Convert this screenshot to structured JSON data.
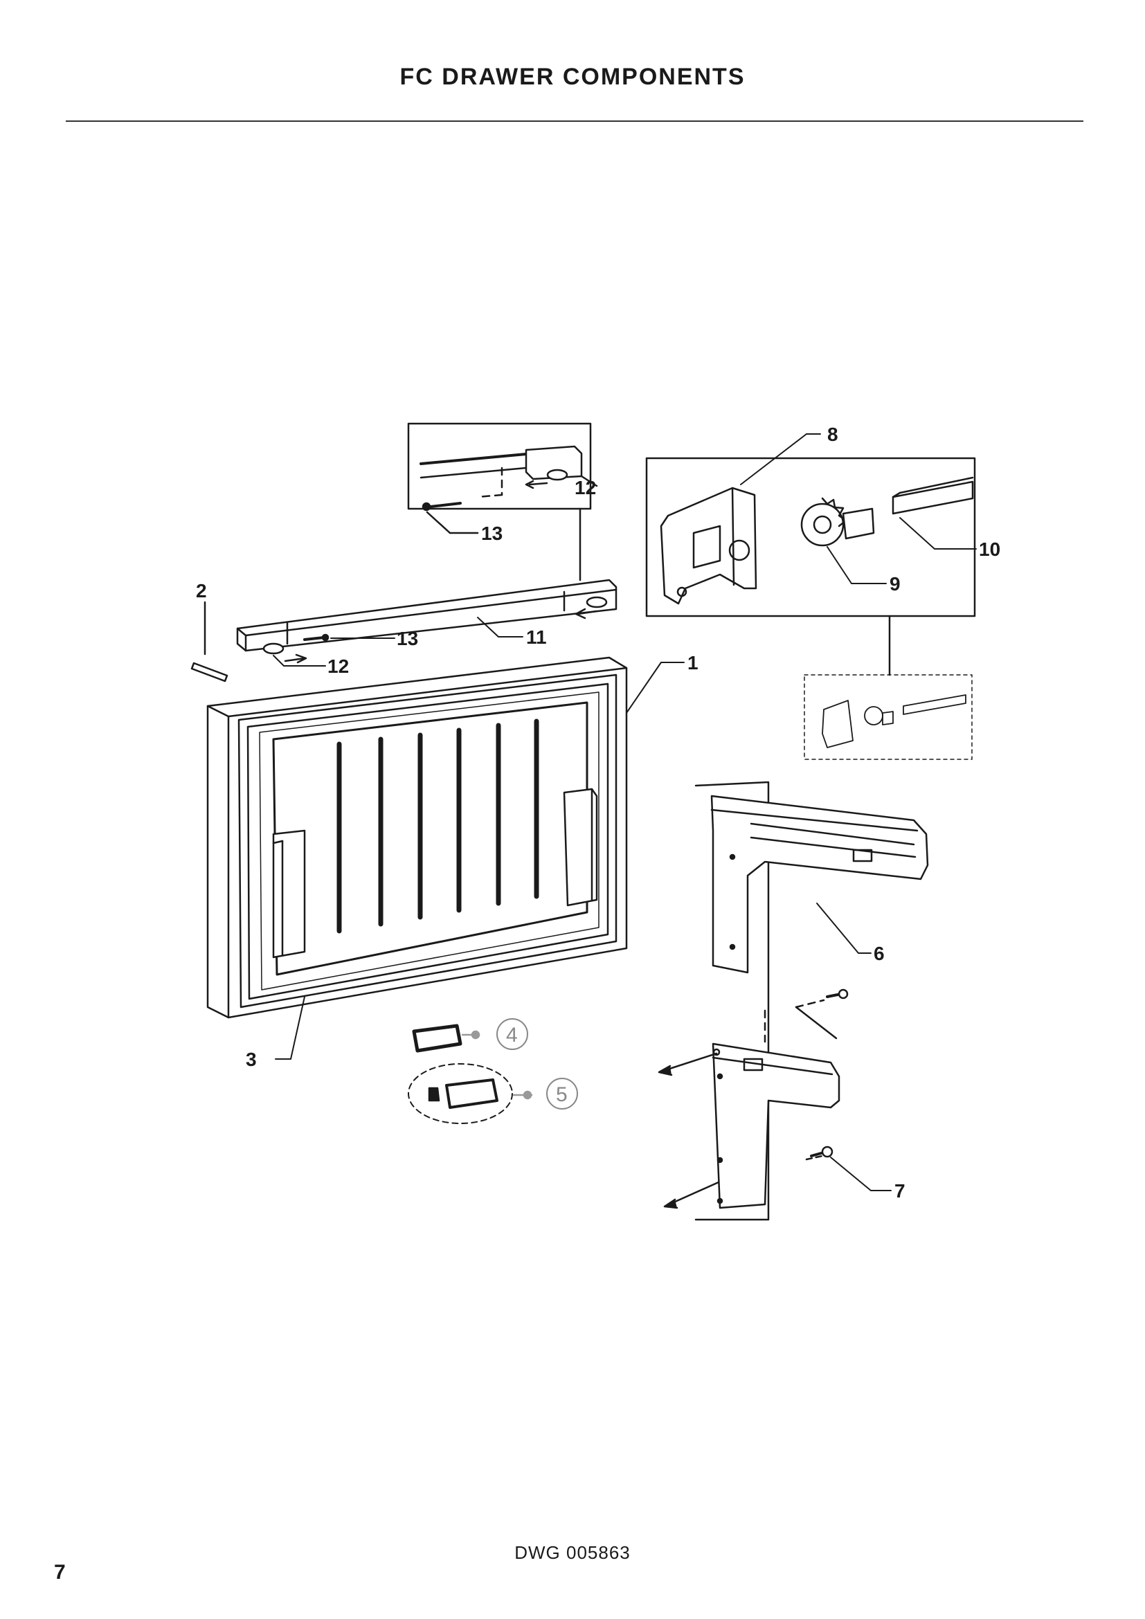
{
  "page": {
    "title": "FC DRAWER COMPONENTS",
    "drawing_number": "DWG 005863",
    "page_number": "7"
  },
  "callouts": {
    "c1": "1",
    "c2": "2",
    "c3": "3",
    "c4": "4",
    "c5": "5",
    "c6": "6",
    "c7": "7",
    "c8": "8",
    "c9": "9",
    "c10": "10",
    "c11": "11",
    "c12a": "12",
    "c12b": "12",
    "c13a": "13",
    "c13b": "13"
  },
  "colors": {
    "line": "#1a1a1a",
    "gray_callout": "#888888",
    "panel_fill": "#f2f2f2"
  }
}
